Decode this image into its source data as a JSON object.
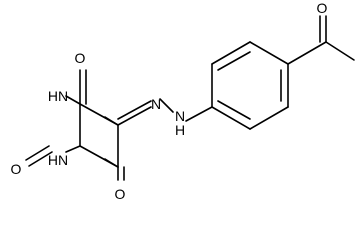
{
  "structure": {
    "atoms": {
      "o_top": "O",
      "o_left": "O",
      "o_bottom": "O",
      "o_acetyl": "O",
      "nh_upper": "HN",
      "nh_lower": "HN",
      "n_azo": "N",
      "n_hydrazo": "N",
      "h_hydrazo": "H"
    }
  }
}
